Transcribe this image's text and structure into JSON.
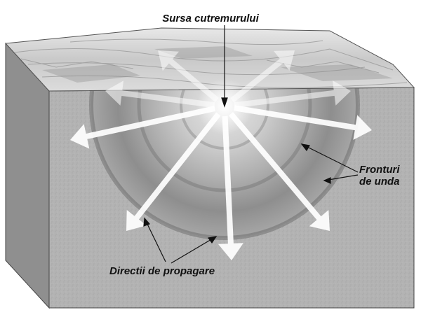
{
  "labels": {
    "source": "Sursa cutremurului",
    "wavefronts_line1": "Fronturi",
    "wavefronts_line2": "de unda",
    "directions": "Directii de propagare"
  },
  "colors": {
    "block_front": "#a9a9a9",
    "block_side": "#8f8f8f",
    "ring_outer": "#7d7d7d",
    "ring_mid": "#9c9c9c",
    "ring_inner": "#bdbdbd",
    "arrow": "#ffffff",
    "pointer": "#111111"
  }
}
